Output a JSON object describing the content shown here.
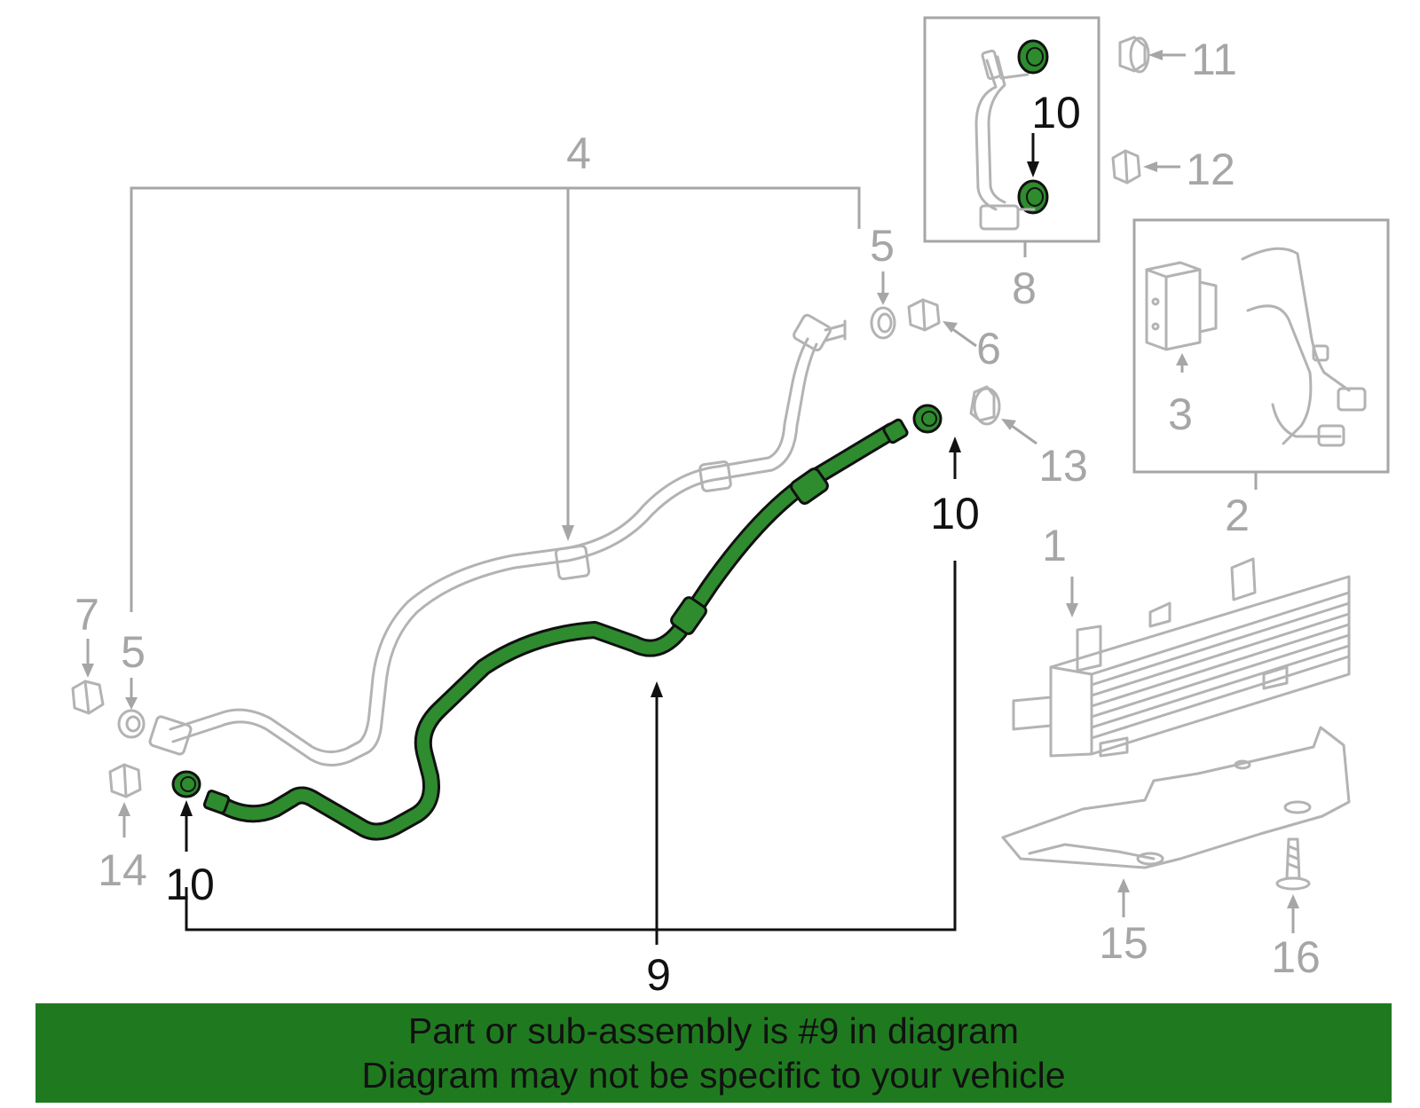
{
  "callouts": {
    "c1": "1",
    "c2": "2",
    "c3": "3",
    "c4": "4",
    "c5a": "5",
    "c5b": "5",
    "c6": "6",
    "c7": "7",
    "c8": "8",
    "c9": "9",
    "c10a": "10",
    "c10b": "10",
    "c10c": "10",
    "c11": "11",
    "c12": "12",
    "c13": "13",
    "c14": "14",
    "c15": "15",
    "c16": "16"
  },
  "footer": {
    "line1": "Part or sub-assembly is #9 in diagram",
    "line2": "Diagram may not be specific to your vehicle"
  },
  "colors": {
    "highlight": "#2e8b2e",
    "banner": "#1f7a1f",
    "part_outline": "#b3b3b3",
    "callout_grey": "#a6a6a6",
    "callout_black": "#111111"
  }
}
